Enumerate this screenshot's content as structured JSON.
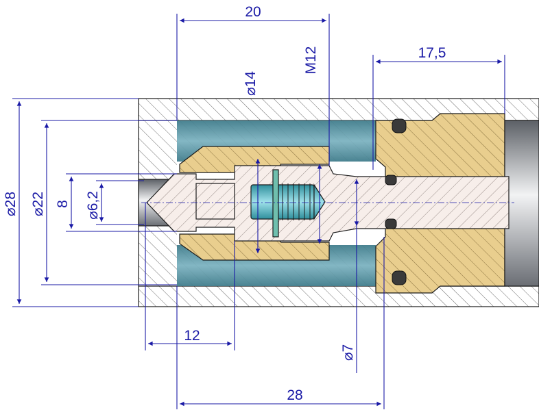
{
  "colors": {
    "background": "#ffffff",
    "dimension": "#1a1aa6",
    "outline": "#1a1a1a",
    "housing_fill": "#ffffff",
    "hatch": "#555555",
    "cavity": "#4f8b9a",
    "yellow_part": "#e8cc8a",
    "pink_part": "#f6ece8",
    "seal": "#3a3a3a",
    "tube": "#9aa0a6",
    "spring": "#2fa6a6"
  },
  "dimensions": {
    "top_length": "20",
    "diameter_14": "⌀14",
    "thread": "M12",
    "right_length": "17,5",
    "diameter_28": "⌀28",
    "diameter_22": "⌀22",
    "height_8": "8",
    "diameter_6_2": "⌀6,2",
    "bottom_length_12": "12",
    "diameter_7": "⌀7",
    "bottom_length_28": "28"
  }
}
